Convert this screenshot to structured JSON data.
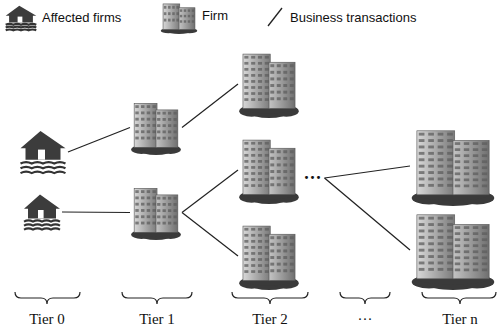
{
  "diagram": {
    "nodes": [
      {
        "text": []
      },
      {
        "text": []
      },
      {
        "text": []
      },
      {
        "text": []
      },
      {
        "text": []
      },
      {
        "text": []
      },
      {
        "text": []
      },
      {
        "text": [
          "···"
        ]
      },
      {
        "text": []
      },
      {
        "text": []
      }
    ],
    "edges": [
      {
        "from": 0,
        "to": 2,
        "arrow": "none"
      },
      {
        "from": 2,
        "to": 4,
        "arrow": "none"
      },
      {
        "from": 1,
        "to": 3,
        "arrow": "none"
      },
      {
        "from": 3,
        "to": 5,
        "arrow": "none"
      },
      {
        "from": 3,
        "to": 6,
        "arrow": "none"
      },
      {
        "from": 7,
        "to": 8,
        "arrow": "none"
      },
      {
        "from": 7,
        "to": 9,
        "arrow": "none"
      }
    ],
    "labels": [
      "Tier 0",
      "Tier 1",
      "Tier 2",
      "···",
      "Tier n"
    ],
    "legend": [
      {
        "text": "Affected firms"
      },
      {
        "text": "Firm"
      },
      {
        "text": "Business transactions"
      }
    ]
  }
}
